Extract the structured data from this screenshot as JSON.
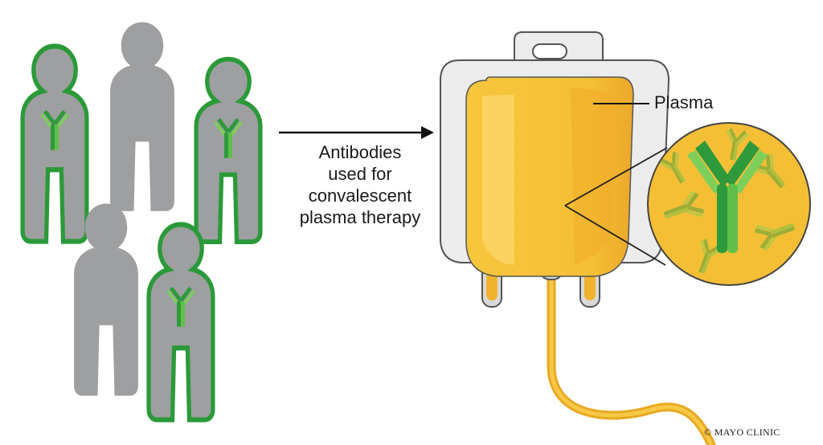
{
  "caption": {
    "line1": "Antibodies",
    "line2": "used for",
    "line3": "convalescent",
    "line4": "plasma therapy"
  },
  "bag_label": "Plasma",
  "credit": "© MAYO CLINIC",
  "colors": {
    "person": "#9e9fa1",
    "donor_outline": "#2a9a38",
    "antibody_dark": "#2f9a3c",
    "antibody_light": "#7ccf5a",
    "plasma": "#f5bf35",
    "bag": "#ececec",
    "tube": "#f3b72c"
  },
  "icons": [
    "person-icon",
    "antibody-icon",
    "iv-bag-icon",
    "arrow-icon"
  ]
}
